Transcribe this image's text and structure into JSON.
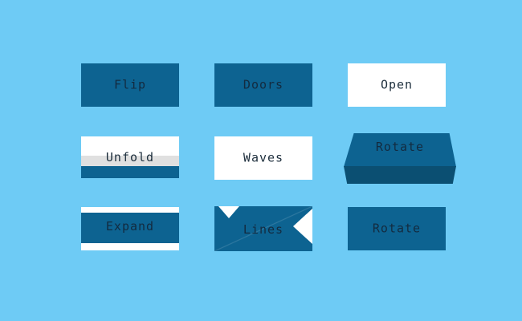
{
  "page": {
    "background_color": "#6ecbf5",
    "card_blue": "#0d6391",
    "card_blue_dark": "#0b4f72",
    "card_white": "#ffffff",
    "card_grey": "#e0e0e0",
    "text_on_blue": "#132b40",
    "text_on_white": "#20313f"
  },
  "cards": [
    {
      "id": "flip",
      "label": "Flip",
      "style": "solid-blue",
      "row": 1,
      "col": 1
    },
    {
      "id": "doors",
      "label": "Doors",
      "style": "solid-blue",
      "row": 1,
      "col": 2
    },
    {
      "id": "open",
      "label": "Open",
      "style": "solid-white",
      "row": 1,
      "col": 3
    },
    {
      "id": "unfold",
      "label": "Unfold",
      "style": "banded",
      "row": 2,
      "col": 1
    },
    {
      "id": "waves",
      "label": "Waves",
      "style": "solid-white",
      "row": 2,
      "col": 2
    },
    {
      "id": "rotate-3d",
      "label": "Rotate",
      "style": "box-3d",
      "row": 2,
      "col": 3
    },
    {
      "id": "expand",
      "label": "Expand",
      "style": "striped",
      "row": 3,
      "col": 1
    },
    {
      "id": "lines",
      "label": "Lines",
      "style": "notched",
      "row": 3,
      "col": 2
    },
    {
      "id": "rotate-plain",
      "label": "Rotate",
      "style": "solid-blue",
      "row": 3,
      "col": 3
    }
  ]
}
